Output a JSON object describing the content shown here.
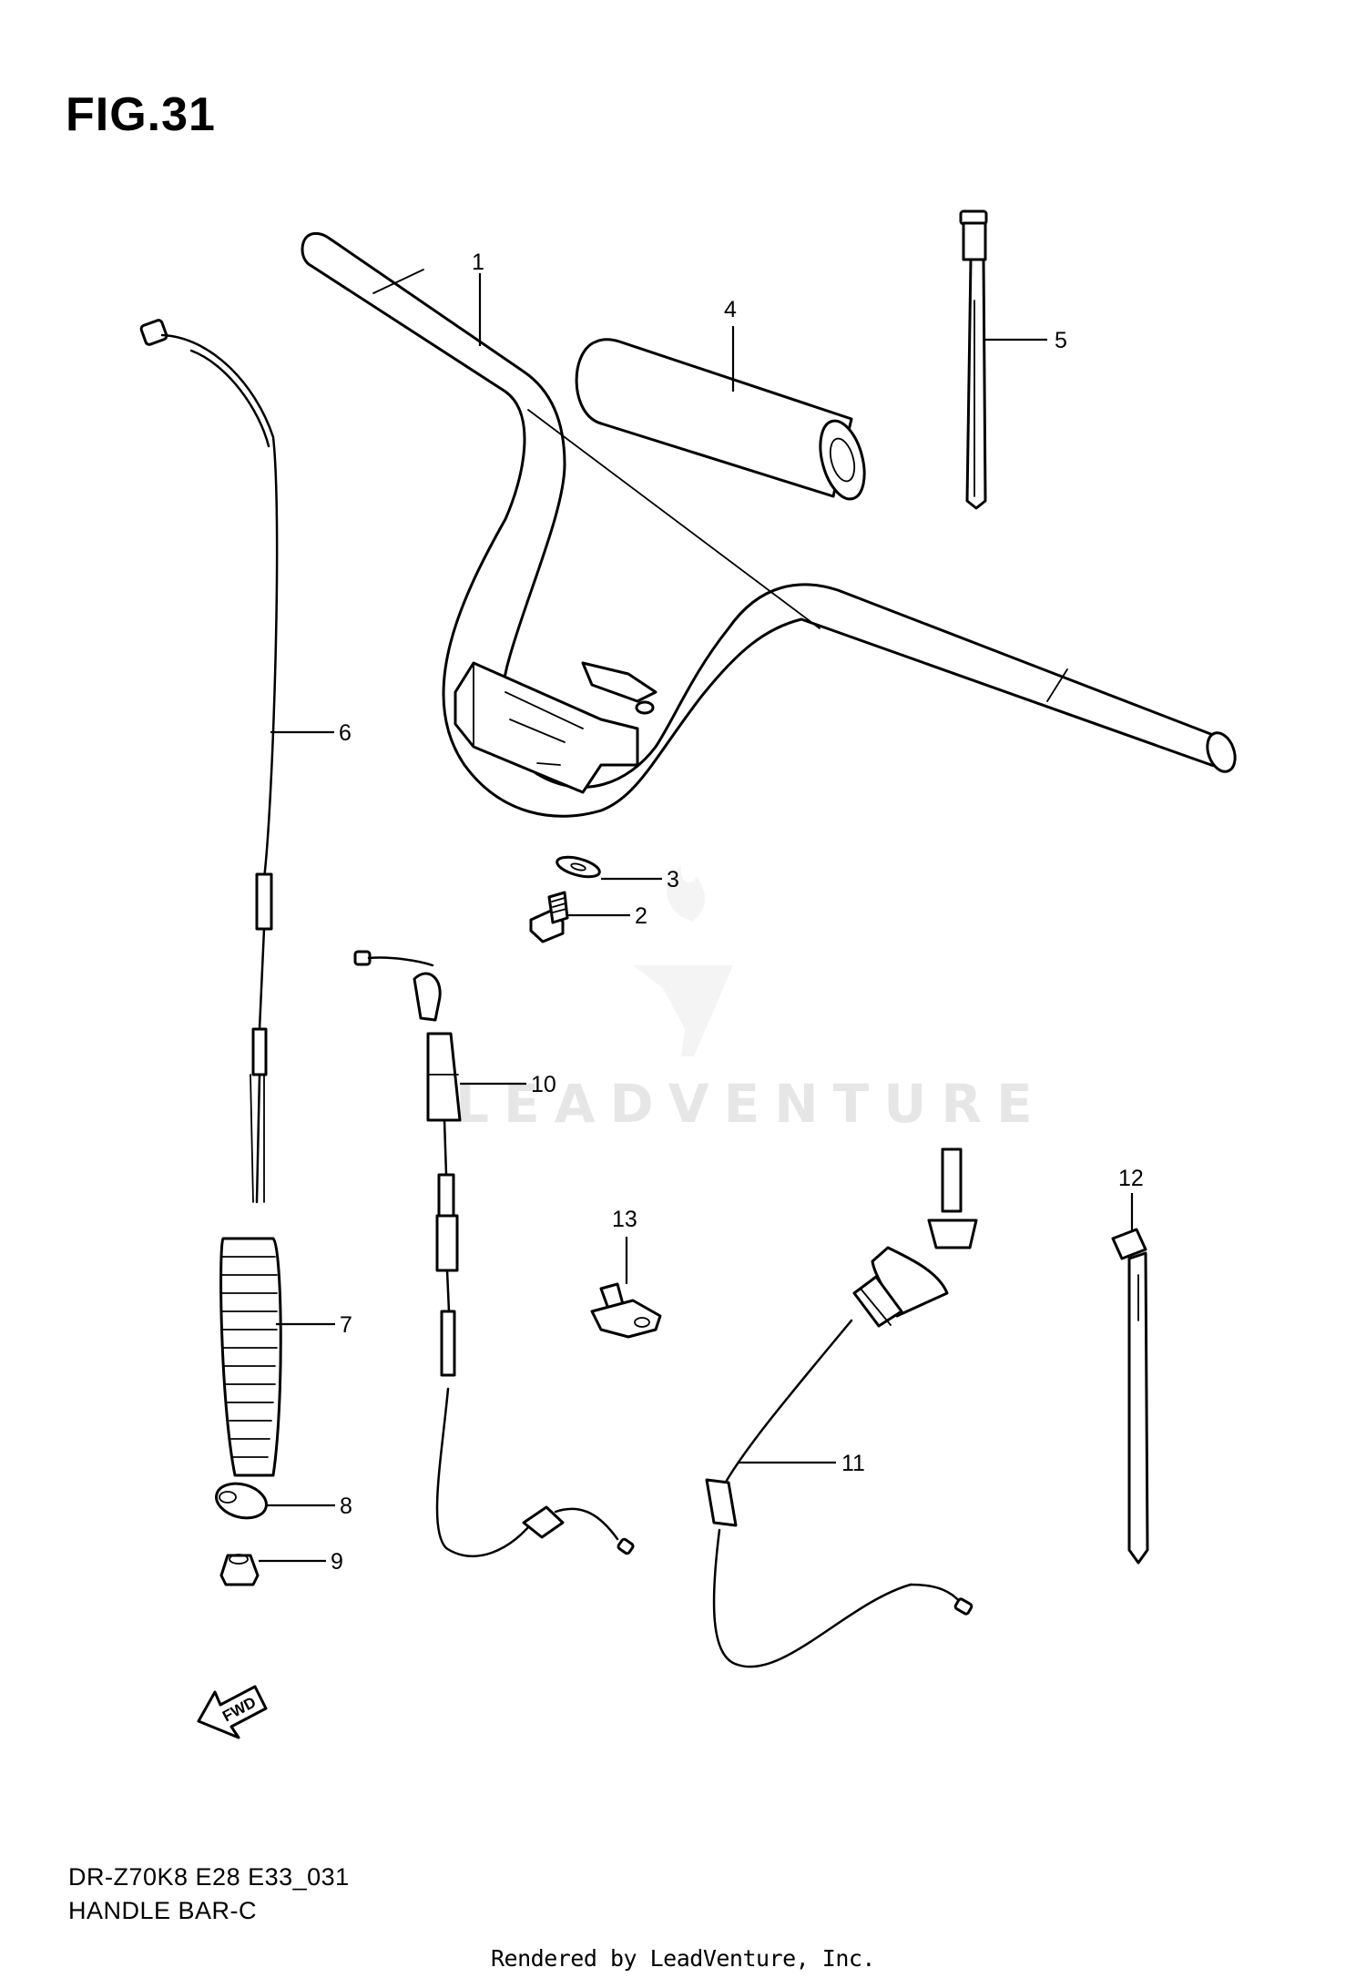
{
  "figure": {
    "title": "FIG.31",
    "model_code": "DR-Z70K8 E28 E33_031",
    "section_name": "HANDLE BAR-C"
  },
  "watermark": {
    "text": "LEADVENTURE"
  },
  "footer": {
    "credit": "Rendered by LeadVenture, Inc."
  },
  "fwd_arrow": {
    "label": "FWD"
  },
  "callouts": [
    {
      "id": "part-1",
      "label": "1"
    },
    {
      "id": "part-2",
      "label": "2"
    },
    {
      "id": "part-3",
      "label": "3"
    },
    {
      "id": "part-4",
      "label": "4"
    },
    {
      "id": "part-5",
      "label": "5"
    },
    {
      "id": "part-6",
      "label": "6"
    },
    {
      "id": "part-7",
      "label": "7"
    },
    {
      "id": "part-8",
      "label": "8"
    },
    {
      "id": "part-9",
      "label": "9"
    },
    {
      "id": "part-10",
      "label": "10"
    },
    {
      "id": "part-11",
      "label": "11"
    },
    {
      "id": "part-12",
      "label": "12"
    },
    {
      "id": "part-13",
      "label": "13"
    }
  ]
}
